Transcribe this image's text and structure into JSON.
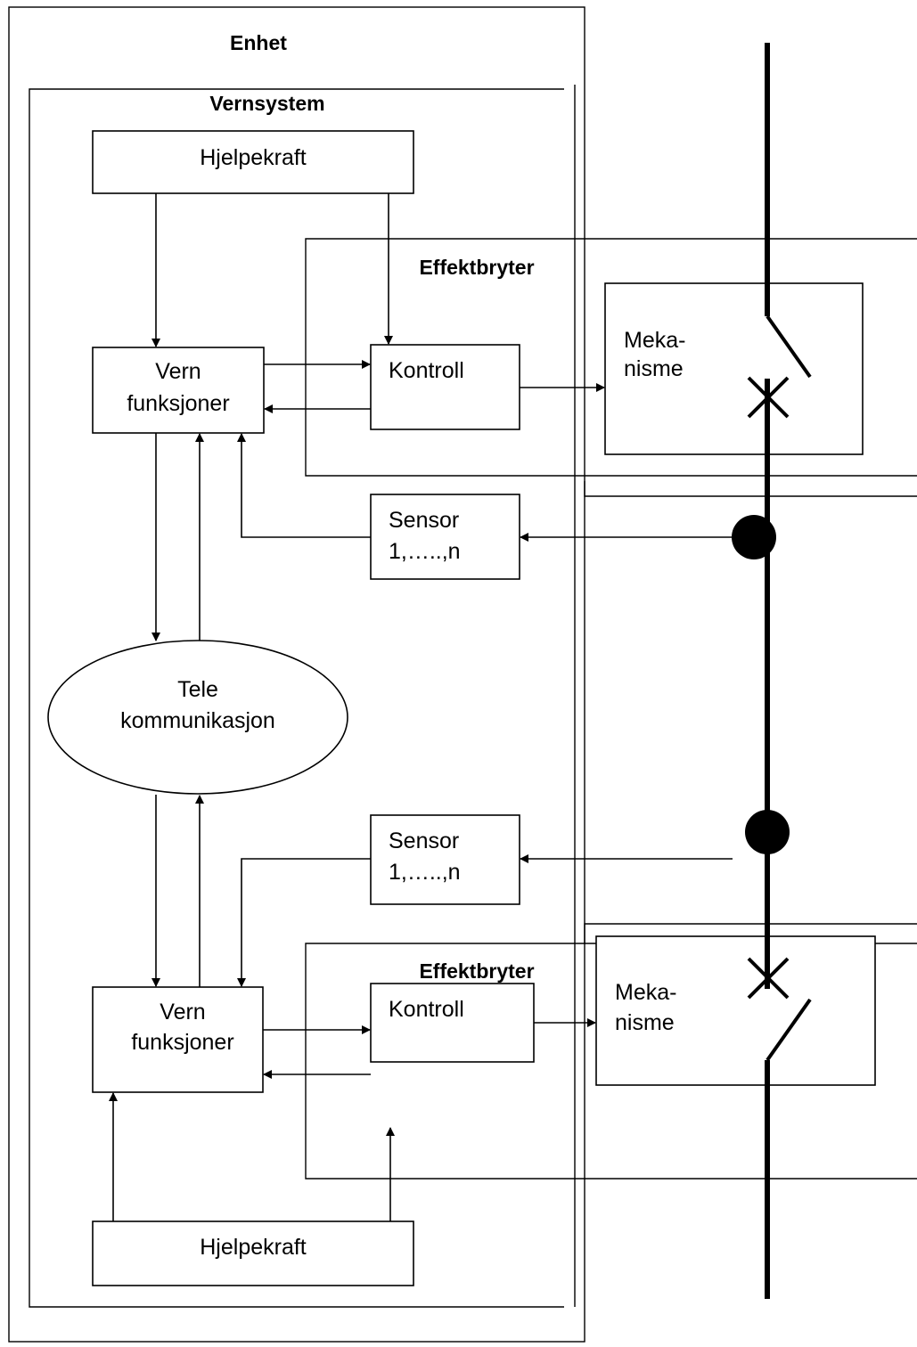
{
  "diagram": {
    "unit_label": "Enhet",
    "system_label": "Vernsystem",
    "top": {
      "power_label": "Hjelpekraft",
      "protection_line1": "Vern",
      "protection_line2": "funksjoner",
      "breaker_label": "Effektbryter",
      "control_label": "Kontroll",
      "mechanism_line1": "Meka-",
      "mechanism_line2": "nisme",
      "sensor_line1": "Sensor",
      "sensor_line2": "1,…..,n"
    },
    "tele": {
      "line1": "Tele",
      "line2": "kommunikasjon"
    },
    "bottom": {
      "power_label": "Hjelpekraft",
      "protection_line1": "Vern",
      "protection_line2": "funksjoner",
      "breaker_label": "Effektbryter",
      "control_label": "Kontroll",
      "mechanism_line1": "Meka-",
      "mechanism_line2": "nisme",
      "sensor_line1": "Sensor",
      "sensor_line2": "1,…..,n"
    }
  }
}
